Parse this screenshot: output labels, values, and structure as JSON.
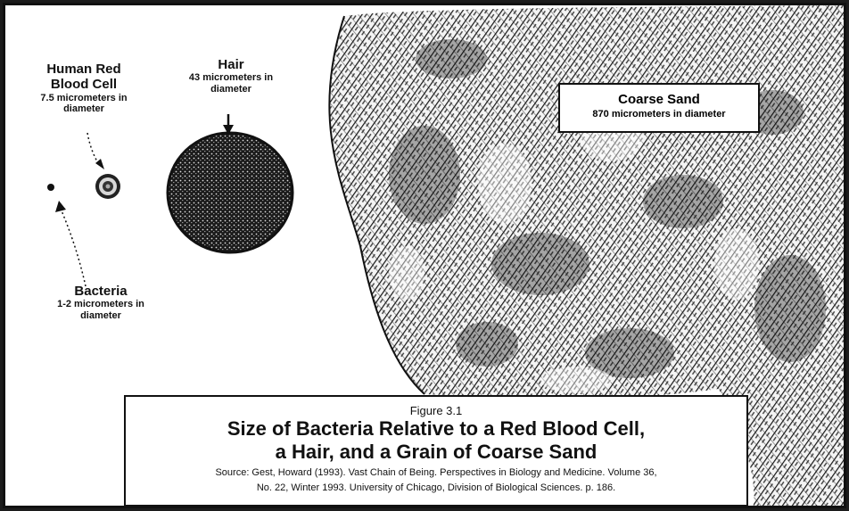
{
  "red_blood_cell": {
    "name_line1": "Human Red",
    "name_line2": "Blood Cell",
    "size_line1": "7.5 micrometers in",
    "size_line2": "diameter"
  },
  "hair": {
    "name": "Hair",
    "size_line1": "43 micrometers in",
    "size_line2": "diameter"
  },
  "bacteria": {
    "name": "Bacteria",
    "size_line1": "1-2 micrometers in",
    "size_line2": "diameter"
  },
  "coarse_sand": {
    "name": "Coarse Sand",
    "size": "870 micrometers in diameter"
  },
  "caption": {
    "figure_number": "Figure 3.1",
    "title_line1": "Size of Bacteria Relative to a Red Blood Cell,",
    "title_line2": "a Hair, and a Grain of Coarse Sand",
    "source_line1": "Source: Gest, Howard (1993). Vast Chain of Being. Perspectives in Biology and Medicine. Volume 36,",
    "source_line2": "No. 22, Winter 1993. University of Chicago, Division of Biological Sciences. p. 186."
  }
}
